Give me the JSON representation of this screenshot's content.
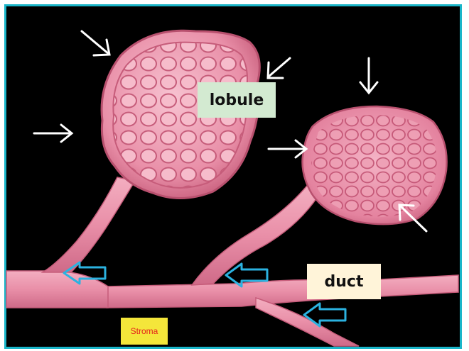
{
  "labels": {
    "lobule": "lobule",
    "duct": "duct",
    "stroma": "Stroma"
  },
  "colors": {
    "frame_border": "#1ab6c9",
    "background": "#000000",
    "tissue_pink": "#e98fa8",
    "tissue_light": "#f6bccb",
    "tissue_dark": "#c65c7a",
    "lobule_label_bg": "#d3ead1",
    "duct_label_bg": "#fff4d9",
    "stroma_label_bg": "#f4e63a",
    "stroma_text": "#e4231b",
    "white_arrow": "#ffffff",
    "blue_arrow": "#2bb2e0"
  },
  "icons": {
    "white_arrows": "arrow-icon",
    "blue_arrows": "hollow-arrow-icon"
  }
}
